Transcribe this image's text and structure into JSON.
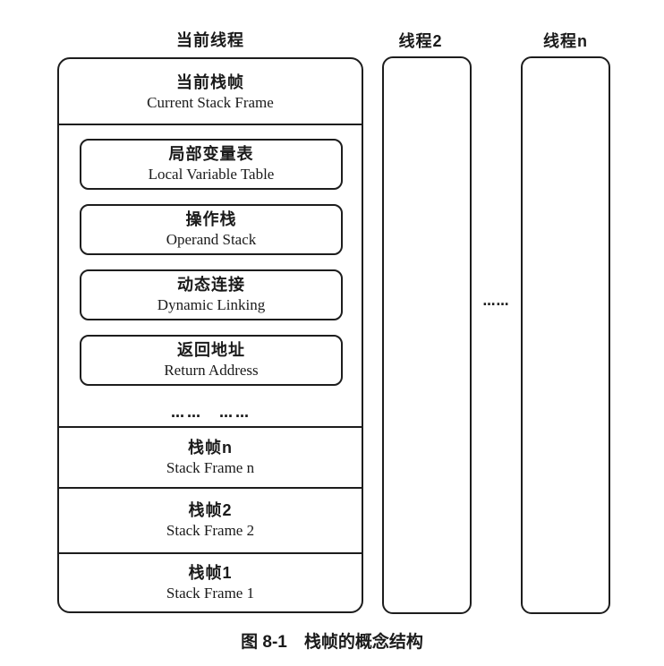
{
  "figure": {
    "caption": "图 8-1　栈帧的概念结构"
  },
  "colors": {
    "ink": "#1d1d1d",
    "background": "#ffffff"
  },
  "threads": {
    "current": {
      "label": "当前线程",
      "current_frame": {
        "zh": "当前栈帧",
        "en": "Current Stack Frame"
      },
      "frame_parts": [
        {
          "zh": "局部变量表",
          "en": "Local Variable Table"
        },
        {
          "zh": "操作栈",
          "en": "Operand Stack"
        },
        {
          "zh": "动态连接",
          "en": "Dynamic Linking"
        },
        {
          "zh": "返回地址",
          "en": "Return Address"
        }
      ],
      "ellipsis": "……　……",
      "other_frames": [
        {
          "zh": "栈帧n",
          "en": "Stack Frame n"
        },
        {
          "zh": "栈帧2",
          "en": "Stack Frame 2"
        },
        {
          "zh": "栈帧1",
          "en": "Stack Frame 1"
        }
      ]
    },
    "thread2": {
      "label": "线程2"
    },
    "threadN": {
      "label": "线程n"
    },
    "between_ellipsis": "……"
  }
}
